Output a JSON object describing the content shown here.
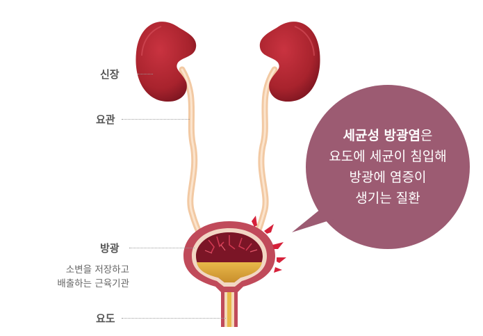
{
  "labels": {
    "kidney": "신장",
    "ureter": "요관",
    "bladder": "방광",
    "bladder_desc_1": "소변을 저장하고",
    "bladder_desc_2": "배출하는 근육기관",
    "urethra": "요도"
  },
  "callout": {
    "title_bold": "세균성 방광염",
    "title_suffix": "은",
    "line2": "요도에 세균이 침입해",
    "line3": "방광에 염증이",
    "line4": "생기는 질환"
  },
  "colors": {
    "kidney": "#a8232d",
    "ureter": "#f2c9a3",
    "bladder_wall": "#c04a5a",
    "bladder_inner": "#7b1526",
    "urine": "#d9a63c",
    "bubble": "#9c5b72",
    "inflammation": "#d6213a"
  }
}
